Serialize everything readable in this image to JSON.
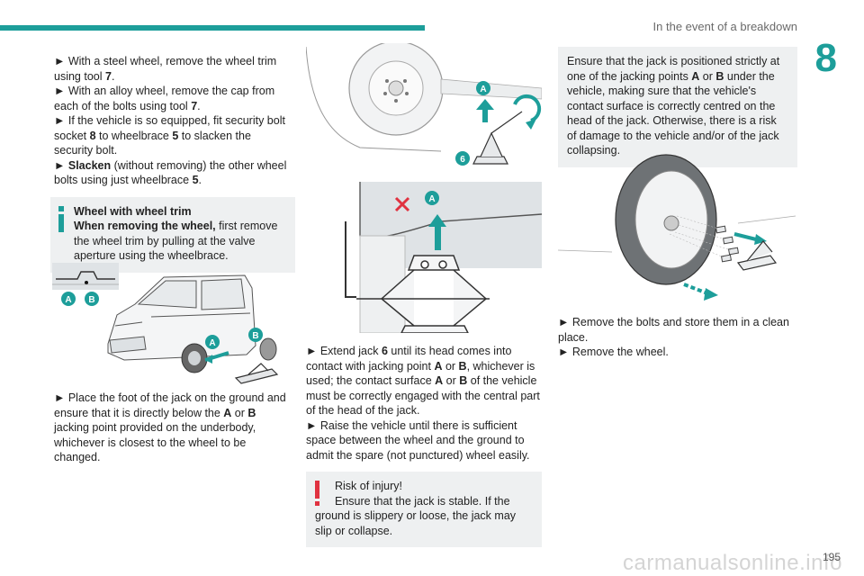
{
  "header": {
    "section_title": "In the event of a breakdown",
    "chapter": "8",
    "page_number": "195",
    "accent_color": "#1d9e9a"
  },
  "col1": {
    "steps": [
      {
        "pre": "► With a steel wheel, remove the wheel trim using tool ",
        "bold": "7",
        "post": "."
      },
      {
        "pre": "► With an alloy wheel, remove the cap from each of the bolts using tool ",
        "bold": "7",
        "post": "."
      },
      {
        "pre": "► If the vehicle is so equipped, fit security bolt socket ",
        "bold": "8",
        "mid": " to wheelbrace ",
        "bold2": "5",
        "post": " to slacken the security bolt."
      },
      {
        "pre": "► ",
        "bold": "Slacken",
        "post": " (without removing) the other wheel bolts using just wheelbrace ",
        "bold2": "5",
        "post2": "."
      }
    ],
    "info_box": {
      "title": "Wheel with wheel trim",
      "lead_bold": "When removing the wheel,",
      "text": " first remove the wheel trim by pulling at the valve aperture using the wheelbrace."
    },
    "image_labels": {
      "a": "A",
      "b": "B"
    },
    "place_text": {
      "pre": "► Place the foot of the jack on the ground and ensure that it is directly below the ",
      "a": "A",
      "or": " or ",
      "b": "B",
      "post": " jacking point provided on the underbody, whichever is closest to the wheel to be changed."
    }
  },
  "col2": {
    "img1_labels": {
      "a": "A",
      "six": "6"
    },
    "img2_labels": {
      "a": "A"
    },
    "extend_text": {
      "pre": "► Extend jack ",
      "six": "6",
      "t1": " until its head comes into contact with jacking point ",
      "a": "A",
      "or1": " or ",
      "b": "B",
      "t2": ", whichever is used; the contact surface ",
      "a2": "A",
      "or2": " or ",
      "b2": "B",
      "t3": " of the vehicle must be correctly engaged with the central part of the head of the jack."
    },
    "raise_text": "► Raise the vehicle until there is sufficient space between the wheel and the ground to admit the spare (not punctured) wheel easily.",
    "warning_box": {
      "title": "Risk of injury!",
      "text": "Ensure that the jack is stable. If the ground is slippery or loose, the jack may slip or collapse."
    }
  },
  "col3": {
    "note_box": {
      "pre": "Ensure that the jack is positioned strictly at one of the jacking points ",
      "a": "A",
      "or": " or ",
      "b": "B",
      "post": " under the vehicle, making sure that the vehicle's contact surface is correctly centred on the head of the jack. Otherwise, there is a risk of damage to the vehicle and/or of the jack collapsing."
    },
    "steps": [
      "► Remove the bolts and store them in a clean place.",
      "► Remove the wheel."
    ]
  },
  "watermark": "carmanualsonline.info"
}
